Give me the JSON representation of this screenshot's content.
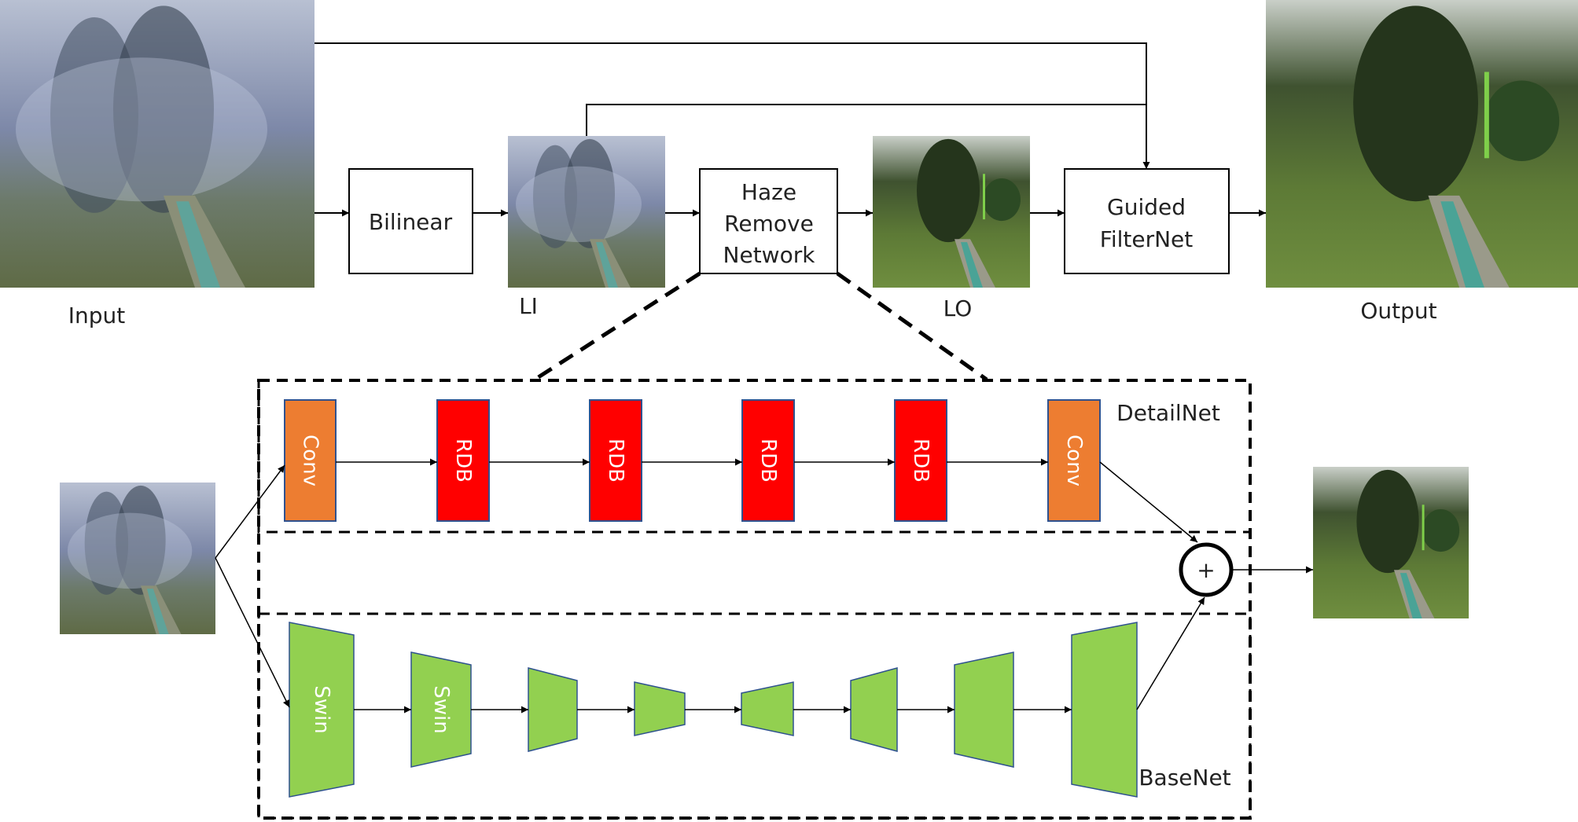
{
  "top_pipeline": {
    "input_label": "Input",
    "bilinear_label": "Bilinear",
    "li_label": "LI",
    "haze_remove_lines": [
      "Haze",
      "Remove",
      "Network"
    ],
    "lo_label": "LO",
    "guided_filter_lines": [
      "Guided",
      "FilterNet"
    ],
    "output_label": "Output"
  },
  "detail_net": {
    "title": "DetailNet",
    "blocks": [
      "Conv",
      "RDB",
      "RDB",
      "RDB",
      "RDB",
      "Conv"
    ]
  },
  "base_net": {
    "title": "BaseNet",
    "first_labels": [
      "Swin",
      "Swin"
    ]
  },
  "sum_symbol": "+",
  "colors": {
    "conv": "#ED7D31",
    "rdb": "#FF0000",
    "swin": "#92D050",
    "block_border": "#2F528F",
    "line": "#000000",
    "hazy_image": "#7f8aa6",
    "clear_image": "#4f6b35"
  }
}
